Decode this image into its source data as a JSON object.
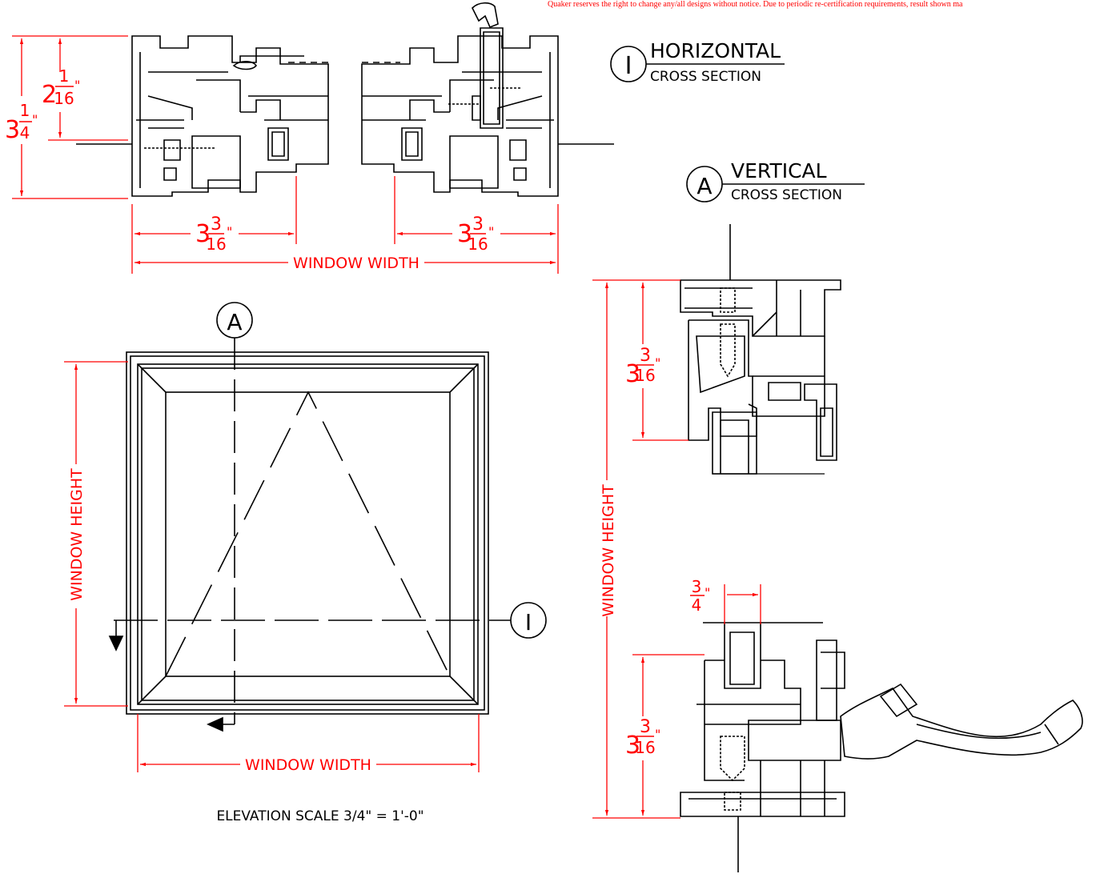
{
  "disclaimer": "Quaker reserves the right to change any/all designs without notice. Due to periodic re-certification requirements, result shown ma",
  "colors": {
    "line": "#000000",
    "dimension": "#ff0000",
    "background": "#ffffff"
  },
  "horizontal_section": {
    "marker": "I",
    "title": "HORIZONTAL",
    "subtitle": "CROSS SECTION",
    "dims": {
      "height_whole": "3",
      "height_num": "1",
      "height_den": "4",
      "inner_whole": "2",
      "inner_num": "1",
      "inner_den": "16",
      "left_whole": "3",
      "left_num": "3",
      "left_den": "16",
      "right_whole": "3",
      "right_num": "3",
      "right_den": "16",
      "overall": "WINDOW WIDTH"
    }
  },
  "vertical_section": {
    "marker": "A",
    "title": "VERTICAL",
    "subtitle": "CROSS SECTION",
    "dims": {
      "top_whole": "3",
      "top_num": "3",
      "top_den": "16",
      "bottom_whole": "3",
      "bottom_num": "3",
      "bottom_den": "16",
      "offset_num": "3",
      "offset_den": "4",
      "overall": "WINDOW HEIGHT"
    }
  },
  "elevation": {
    "section_a_marker": "A",
    "section_i_marker": "I",
    "height_label": "WINDOW HEIGHT",
    "width_label": "WINDOW WIDTH",
    "scale_note": "ELEVATION SCALE 3/4\" = 1'-0\""
  },
  "inch_mark": "\""
}
